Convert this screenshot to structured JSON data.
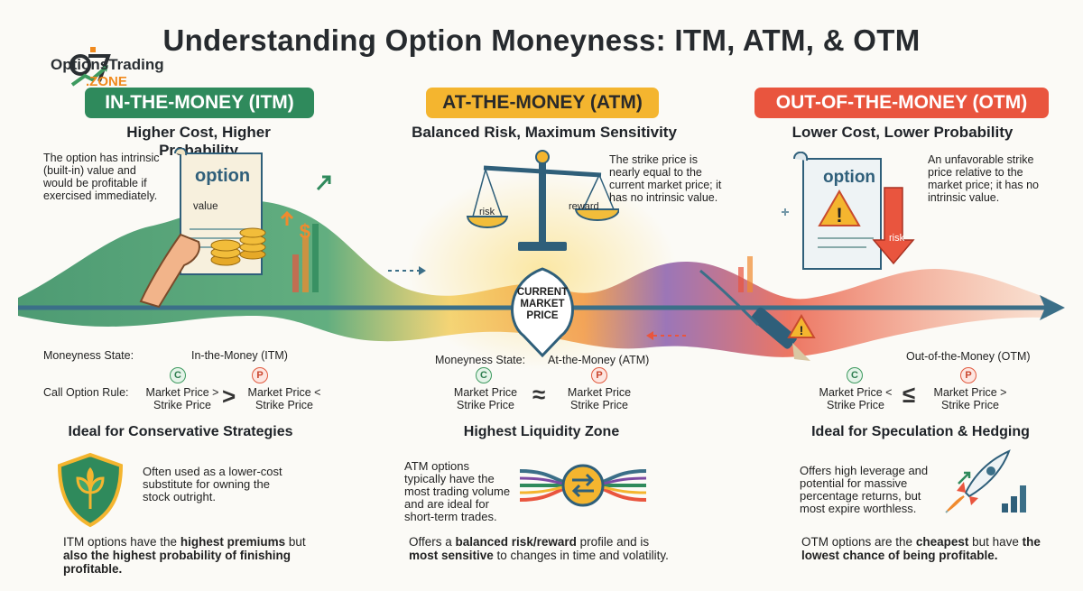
{
  "title": "Understanding Option Moneyness: ITM, ATM, & OTM",
  "logo": {
    "name": "OptionsTrading",
    "suffix": ".ZONE"
  },
  "center": {
    "label_line1": "CURRENT",
    "label_line2": "MARKET",
    "label_line3": "PRICE"
  },
  "row_labels": {
    "state": "Moneyness State:",
    "rule": "Call Option Rule:"
  },
  "itm": {
    "banner": "IN-THE-MONEY (ITM)",
    "subtitle": "Higher Cost, Higher Probability",
    "description": "The option has intrinsic (built-in) value and would be profitable if exercised immediately.",
    "doc_title": "option",
    "doc_value": "value",
    "state": "In-the-Money (ITM)",
    "call": "C",
    "put": "P",
    "rule_left": "Market Price > Strike Price",
    "rule_symbol": ">",
    "rule_right": "Market Price < Strike Price",
    "heading": "Ideal for Conservative Strategies",
    "note": "Often used as a lower-cost substitute for owning the stock outright.",
    "footer_1": "ITM options have the ",
    "footer_bold_1": "highest premiums",
    "footer_2": " but ",
    "footer_bold_2": "also the highest probability of finishing profitable."
  },
  "atm": {
    "banner": "AT-THE-MONEY (ATM)",
    "subtitle": "Balanced Risk, Maximum Sensitivity",
    "description": "The strike price is nearly equal to the current market price; it has no intrinsic value.",
    "scale_left": "risk",
    "scale_right": "reward",
    "state_label": "Moneyness State:",
    "state": "At-the-Money (ATM)",
    "call": "C",
    "put": "P",
    "rule_left": "Market Price Strike Price",
    "rule_symbol": "≈",
    "rule_right": "Market Price Strike Price",
    "heading": "Highest Liquidity Zone",
    "note": "ATM options typically have the most trading volume and are ideal for short-term trades.",
    "footer_1": "Offers a ",
    "footer_bold_1": "balanced risk/reward",
    "footer_2": " profile and is ",
    "footer_bold_2": "most sensitive",
    "footer_3": " to changes in time and volatility."
  },
  "otm": {
    "banner": "OUT-OF-THE-MONEY (OTM)",
    "subtitle": "Lower Cost, Lower Probability",
    "description": "An unfavorable strike price relative to the market price; it has no intrinsic value.",
    "doc_title": "option",
    "risk_label": "risk",
    "state": "Out-of-the-Money (OTM)",
    "call": "C",
    "put": "P",
    "rule_left": "Market Price < Strike Price",
    "rule_symbol": "≤",
    "rule_right": "Market Price > Strike Price",
    "heading": "Ideal for Speculation & Hedging",
    "note": "Offers high leverage and potential for massive percentage returns, but most expire worthless.",
    "footer_1": "OTM options are the ",
    "footer_bold_1": "cheapest",
    "footer_2": " but have ",
    "footer_bold_2": "the lowest chance of being profitable."
  },
  "colors": {
    "itm": "#2f8a5c",
    "atm": "#f4b52f",
    "otm": "#e9553e",
    "axis": "#3b6f88"
  }
}
